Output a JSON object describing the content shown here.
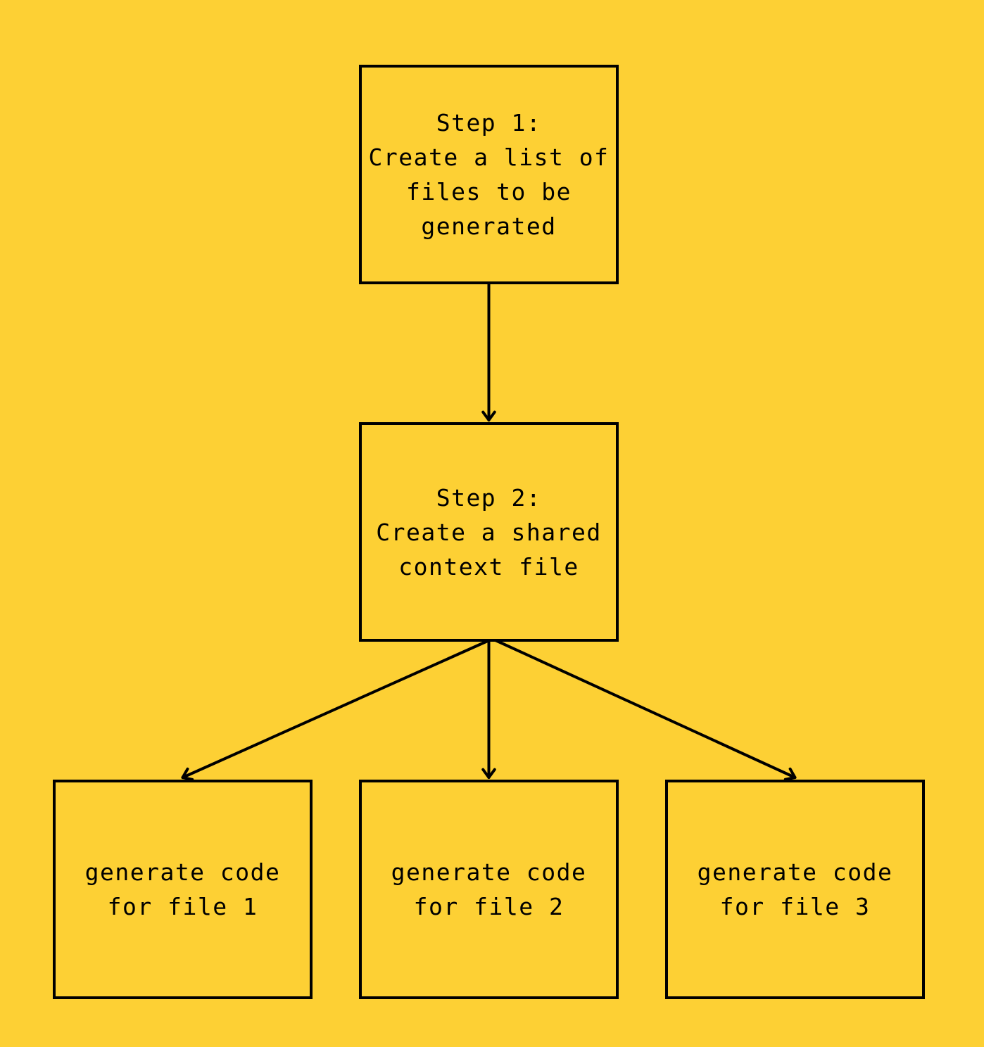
{
  "colors": {
    "background": "#FDD034",
    "stroke": "#000000",
    "text": "#000000"
  },
  "nodes": [
    {
      "id": "step-1",
      "label": "Step 1:\nCreate a list of\nfiles to be\ngenerated"
    },
    {
      "id": "step-2",
      "label": "Step 2:\nCreate a shared\ncontext file"
    },
    {
      "id": "file-1",
      "label": "generate code\nfor file 1"
    },
    {
      "id": "file-2",
      "label": "generate code\nfor file 2"
    },
    {
      "id": "file-3",
      "label": "generate code\nfor file 3"
    }
  ],
  "edges": [
    {
      "from": "step-1",
      "to": "step-2"
    },
    {
      "from": "step-2",
      "to": "file-1"
    },
    {
      "from": "step-2",
      "to": "file-2"
    },
    {
      "from": "step-2",
      "to": "file-3"
    }
  ]
}
